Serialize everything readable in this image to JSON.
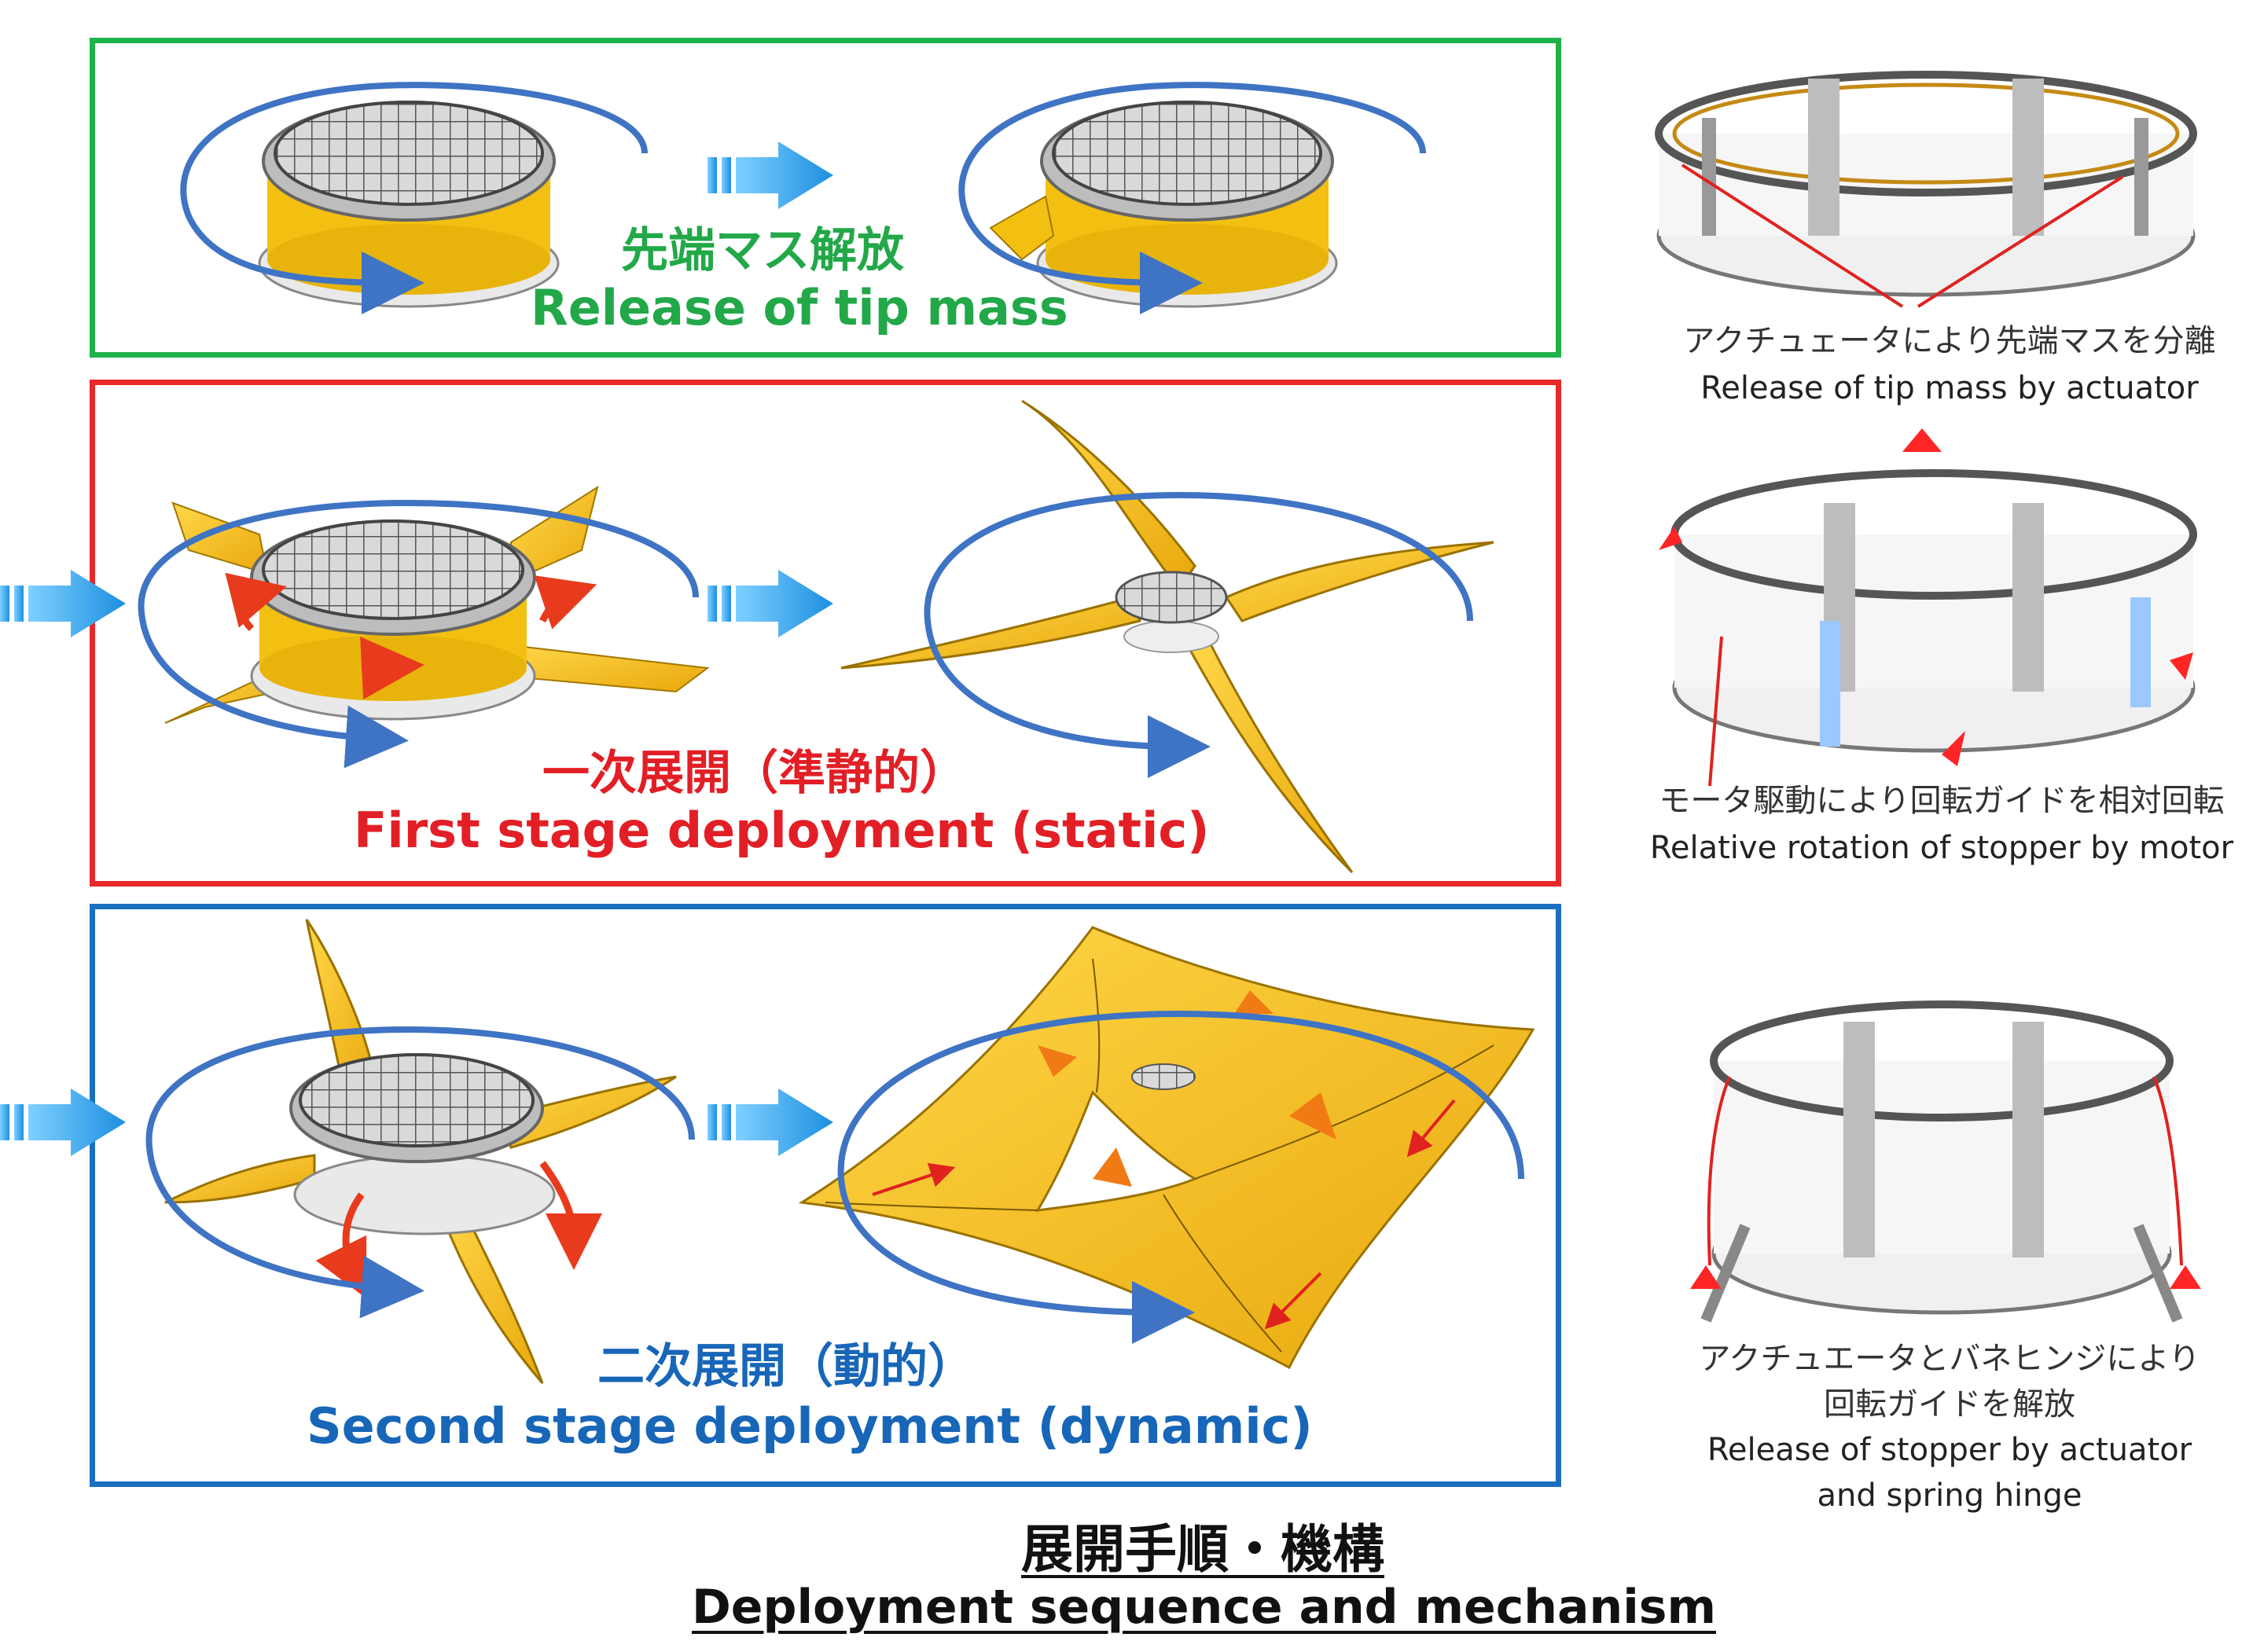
{
  "stages": [
    {
      "caption_ja": "先端マス解放",
      "caption_en": "Release of tip mass",
      "color": "#1fb24a"
    },
    {
      "caption_ja": "一次展開（準静的）",
      "caption_en": "First stage deployment (static)",
      "color": "#e8282a"
    },
    {
      "caption_ja": "二次展開（動的）",
      "caption_en": "Second stage deployment (dynamic)",
      "color": "#1a6fc0"
    }
  ],
  "mechanisms": [
    {
      "text_ja": "アクチュェータにより先端マスを分離",
      "text_en": "Release of tip mass by actuator"
    },
    {
      "text_ja": "モータ駆動により回転ガイドを相対回転",
      "text_en": "Relative rotation of stopper by motor"
    },
    {
      "text_ja_1": "アクチュエータとバネヒンジにより",
      "text_ja_2": "回転ガイドを解放",
      "text_en_1": "Release of stopper by actuator",
      "text_en_2": "and spring hinge"
    }
  ],
  "footer": {
    "title_ja": "展開手順・機構",
    "title_en": "Deployment sequence and mechanism"
  },
  "colors": {
    "sail": "#f5c21a",
    "orbit": "#3f73c4",
    "flow_arrow": "#3aa8f0",
    "rotation_arrow": "#e83a1c"
  }
}
